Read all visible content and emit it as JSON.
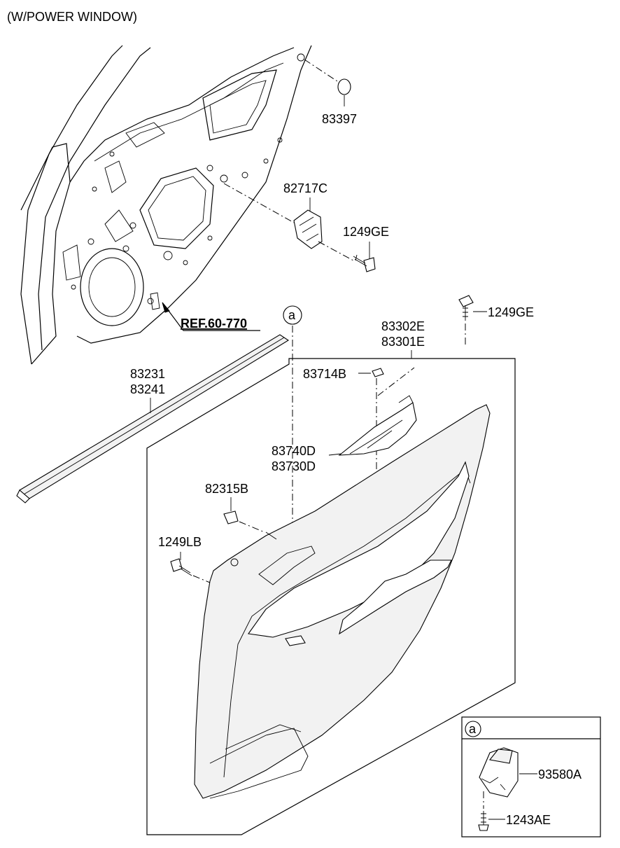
{
  "header": {
    "title": "(W/POWER WINDOW)"
  },
  "reference": {
    "label": "REF.60-770"
  },
  "callout": {
    "letter": "a"
  },
  "parts": {
    "p83397": "83397",
    "p82717c": "82717C",
    "p1249ge_upper": "1249GE",
    "p1249ge_lower": "1249GE",
    "p83302e": "83302E",
    "p83301e": "83301E",
    "p83714b": "83714B",
    "p83231": "83231",
    "p83241": "83241",
    "p83740d": "83740D",
    "p83730d": "83730D",
    "p82315b": "82315B",
    "p1249lb": "1249LB"
  },
  "inset": {
    "letter": "a",
    "p93580a": "93580A",
    "p1243ae": "1243AE"
  }
}
